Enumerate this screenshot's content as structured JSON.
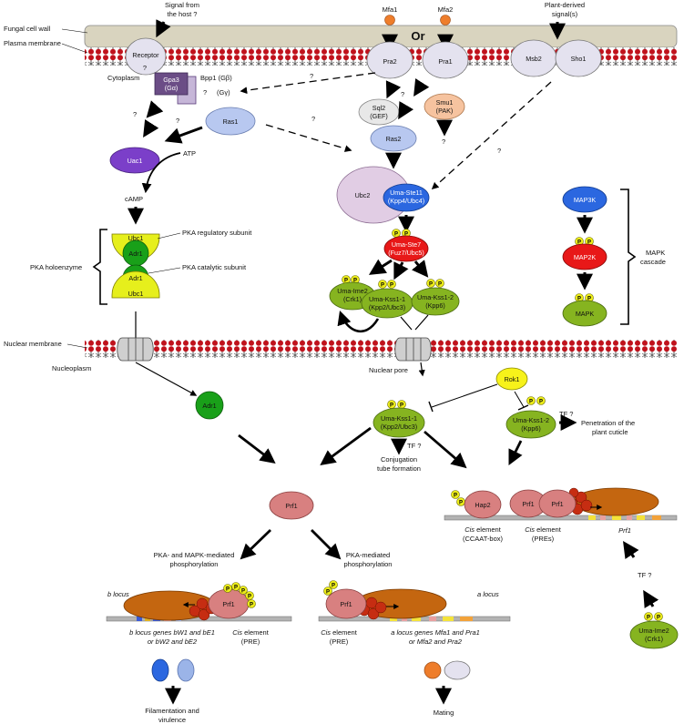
{
  "labels": {
    "host_signal": [
      "Signal from",
      "the host ?"
    ],
    "fungal_cell_wall": "Fungal cell wall",
    "plasma_membrane": "Plasma membrane",
    "cytoplasm": "Cytoplasm",
    "mfa1": "Mfa1",
    "mfa2": "Mfa2",
    "or": "Or",
    "plant_signal": [
      "Plant-derived",
      "signal(s)"
    ],
    "bpp1": "Bpp1 (Gβ)",
    "g_gamma": "(Gγ)",
    "atp": "ATP",
    "camp": "cAMP",
    "pka_reg": "PKA regulatory subunit",
    "pka_cat": "PKA catalytic subunit",
    "pka_holo": "PKA holoenzyme",
    "mapk_cascade": [
      "MAPK",
      "cascade"
    ],
    "nuclear_membrane": "Nuclear membrane",
    "nuclear_pore": "Nuclear pore",
    "nucleoplasm": "Nucleoplasm",
    "tf_q": "TF ?",
    "conjugation": [
      "Conjugation",
      "tube formation"
    ],
    "penetration": [
      "Penetration of the",
      "plant cuticle"
    ],
    "cis_prefix": "Cis",
    "cis_ccaat": [
      " element",
      "(CCAAT-box)"
    ],
    "cis_pres": [
      " element",
      "(PREs)"
    ],
    "prf1_gene": "Prf1",
    "pka_mapk_phos": [
      "PKA- and MAPK-mediated",
      "phosphorylation"
    ],
    "pka_phos": [
      "PKA-mediated",
      "phosphorylation"
    ],
    "b_locus": "b locus",
    "a_locus": "a locus",
    "cis_pre_b": [
      " element",
      "(PRE)"
    ],
    "cis_pre_a": [
      " element",
      "(PRE)"
    ],
    "b_genes": [
      "b locus genes bW1 and bE1",
      "or bW2 and bE2"
    ],
    "a_genes": [
      "a locus genes Mfa1 and Pra1",
      "or Mfa2 and Pra2"
    ],
    "filamentation": [
      "Filamentation and",
      "virulence"
    ],
    "mating": "Mating",
    "question": "?",
    "p": "P"
  },
  "nodes": {
    "receptor": "Receptor",
    "pra2": "Pra2",
    "pra1": "Pra1",
    "msb2": "Msb2",
    "sho1": "Sho1",
    "gpa3": [
      "Gpa3",
      "(Gα)"
    ],
    "ras1": "Ras1",
    "uac1": "Uac1",
    "sql2": [
      "Sql2",
      "(GEF)"
    ],
    "smu1": [
      "Smu1",
      "(PAK)"
    ],
    "ras2": "Ras2",
    "ubc2": "Ubc2",
    "ste11": [
      "Uma-Ste11",
      "(Kpp4/Ubc4)"
    ],
    "ste7": [
      "Uma-Ste7",
      "(Fuz7/Ubc5)"
    ],
    "ime2_top": [
      "Uma-Ime2",
      "(Crk1)"
    ],
    "kss1_1_top": [
      "Uma-Kss1-1",
      "(Kpp2/Ubc3)"
    ],
    "kss1_2_top": [
      "Uma-Kss1-2",
      "(Kpp6)"
    ],
    "ubc1_top": "Ubc1",
    "adr1_top": "Adr1",
    "adr1_bot": "Adr1",
    "ubc1_bot": "Ubc1",
    "map3k": "MAP3K",
    "map2k": "MAP2K",
    "mapk": "MAPK",
    "adr1_nuc": "Adr1",
    "rok1": "Rok1",
    "kss1_1_nuc": [
      "Uma-Kss1-1",
      "(Kpp2/Ubc3)"
    ],
    "kss1_2_nuc": [
      "Uma-Kss1-2",
      "(Kpp6)"
    ],
    "prf1_center": "Prf1",
    "hap2": "Hap2",
    "prf1_r1": "Prf1",
    "prf1_r2": "Prf1",
    "prf1_b": "Prf1",
    "prf1_a": "Prf1",
    "ime2_bot": [
      "Uma-Ime2",
      "(Crk1)"
    ]
  },
  "colors": {
    "cell_wall": "#d9d4bf",
    "membrane_red": "#c0121c",
    "receptor_lilac": "#e4e2ef",
    "gpa3_purple": "#6b4d86",
    "ras_blue": "#b8c8f0",
    "uac1_purple": "#7b3fc9",
    "smu1_peach": "#f6c39f",
    "ubc2_lilac": "#e1cde4",
    "kinase_blue": "#2b67e0",
    "kinase_red": "#e81818",
    "kinase_green": "#86b420",
    "pka_yellow": "#e6ef1c",
    "adr1_green": "#19a019",
    "rok1_yellow": "#f7f21a",
    "prf1_pink": "#d88080",
    "pol_brown": "#c46610",
    "pol_red": "#c62d12",
    "phospho_yellow": "#ecec1a",
    "mfa_orange": "#ee7d2b"
  }
}
